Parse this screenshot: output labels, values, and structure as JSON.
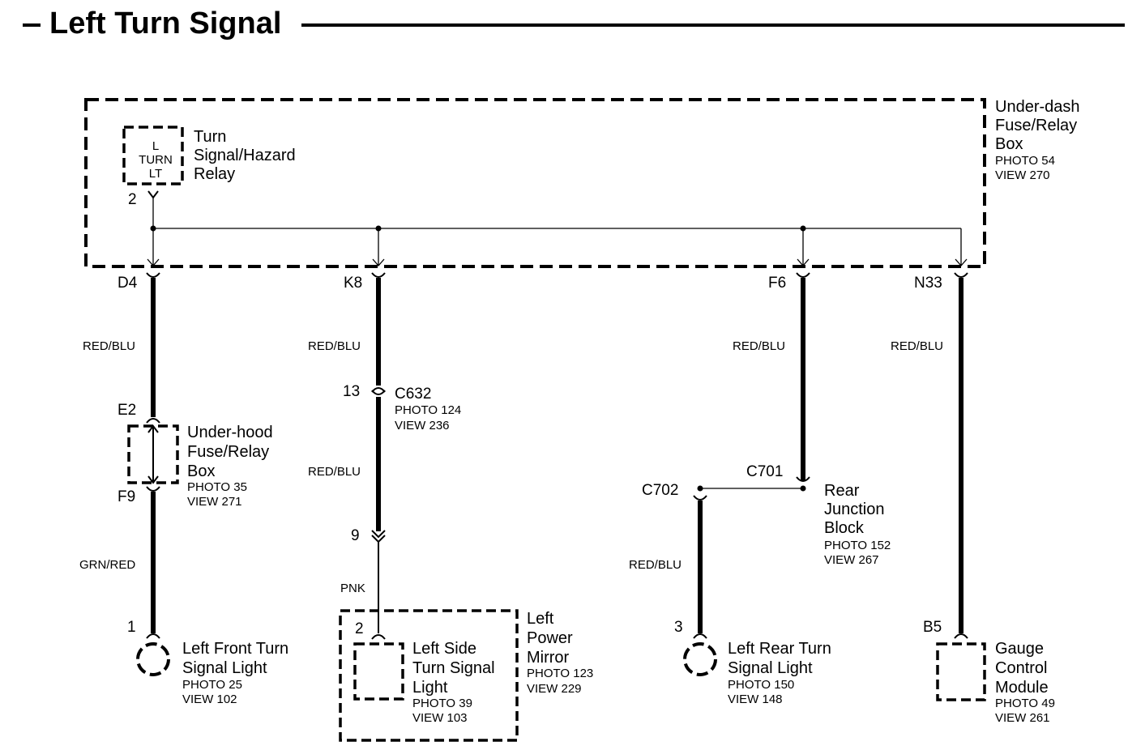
{
  "title": "Left Turn Signal",
  "underdash_box": {
    "name_lines": [
      "Under-dash",
      "Fuse/Relay",
      "Box"
    ],
    "photo": "PHOTO 54",
    "view": "VIEW 270"
  },
  "relay": {
    "inner_lines": [
      "L",
      "TURN",
      "LT"
    ],
    "name_lines": [
      "Turn",
      "Signal/Hazard",
      "Relay"
    ],
    "pin": "2"
  },
  "terminals": {
    "d4": "D4",
    "k8": "K8",
    "f6": "F6",
    "n33": "N33"
  },
  "wire_colors": {
    "d4": "RED/BLU",
    "k8_upper": "RED/BLU",
    "k8_lower": "RED/BLU",
    "f6": "RED/BLU",
    "n33": "RED/BLU",
    "f9": "GRN/RED",
    "c702": "RED/BLU",
    "pnk": "PNK"
  },
  "underhood_box": {
    "top_pin": "E2",
    "bottom_pin": "F9",
    "name_lines": [
      "Under-hood",
      "Fuse/Relay",
      "Box"
    ],
    "photo": "PHOTO 35",
    "view": "VIEW 271"
  },
  "c632": {
    "pin_top": "13",
    "pin_bottom": "9",
    "name": "C632",
    "photo": "PHOTO 124",
    "view": "VIEW 236"
  },
  "left_front": {
    "pin": "1",
    "name_lines": [
      "Left Front Turn",
      "Signal Light"
    ],
    "photo": "PHOTO 25",
    "view": "VIEW 102"
  },
  "left_side": {
    "pin": "2",
    "name_lines": [
      "Left Side",
      "Turn Signal",
      "Light"
    ],
    "photo": "PHOTO 39",
    "view": "VIEW 103"
  },
  "power_mirror": {
    "name_lines": [
      "Left",
      "Power",
      "Mirror"
    ],
    "photo": "PHOTO 123",
    "view": "VIEW 229"
  },
  "rear_junction": {
    "c701": "C701",
    "c702": "C702",
    "name_lines": [
      "Rear",
      "Junction",
      "Block"
    ],
    "photo": "PHOTO 152",
    "view": "VIEW 267"
  },
  "left_rear": {
    "pin": "3",
    "name_lines": [
      "Left Rear Turn",
      "Signal Light"
    ],
    "photo": "PHOTO 150",
    "view": "VIEW 148"
  },
  "gauge": {
    "pin": "B5",
    "name_lines": [
      "Gauge",
      "Control",
      "Module"
    ],
    "photo": "PHOTO 49",
    "view": "VIEW 261"
  }
}
